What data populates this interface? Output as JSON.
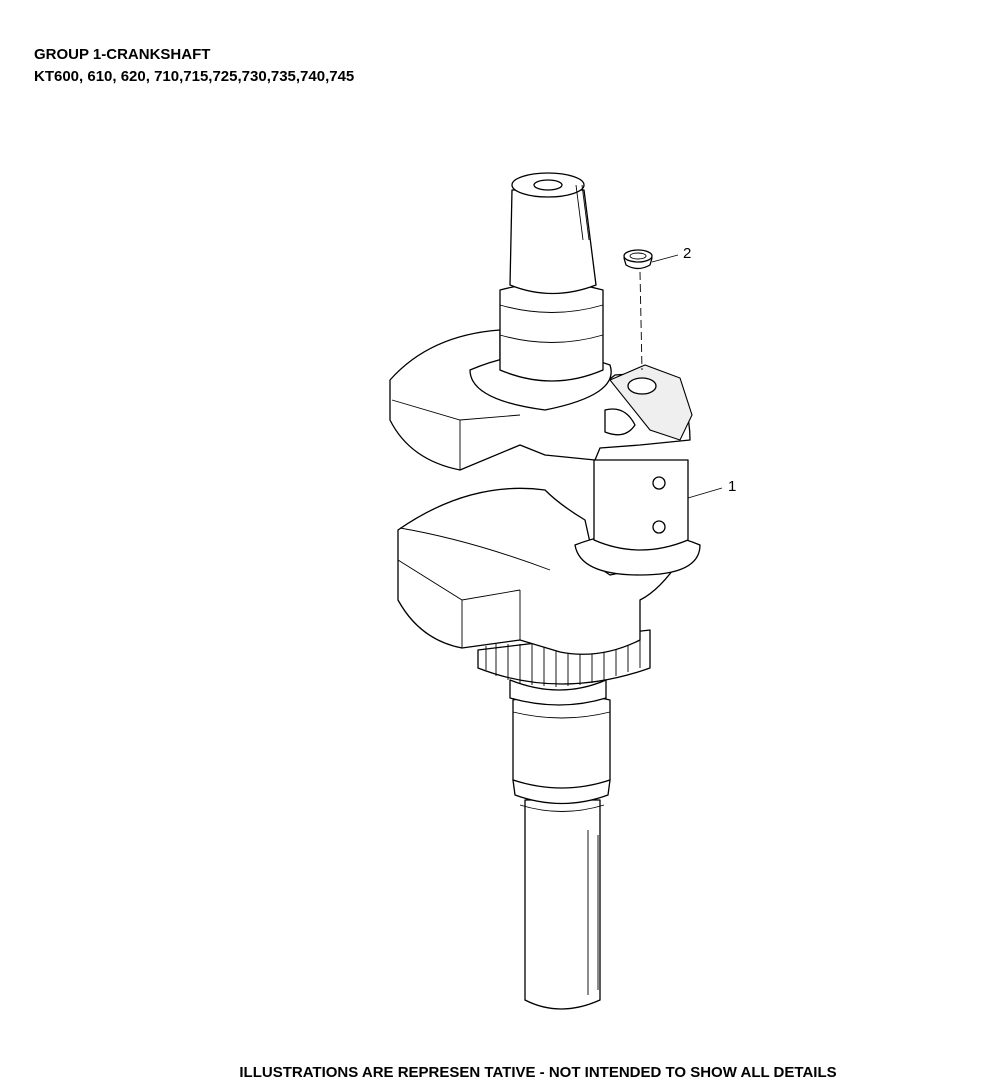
{
  "header": {
    "group_title": "GROUP 1-CRANKSHAFT",
    "models": "KT600, 610, 620, 710,715,725,730,735,740,745"
  },
  "callouts": [
    {
      "label": "1",
      "part": "crankshaft"
    },
    {
      "label": "2",
      "part": "plug"
    }
  ],
  "footer": {
    "disclaimer": "ILLUSTRATIONS ARE REPRESEN TATIVE - NOT INTENDED  TO SHOW ALL DETAILS"
  }
}
